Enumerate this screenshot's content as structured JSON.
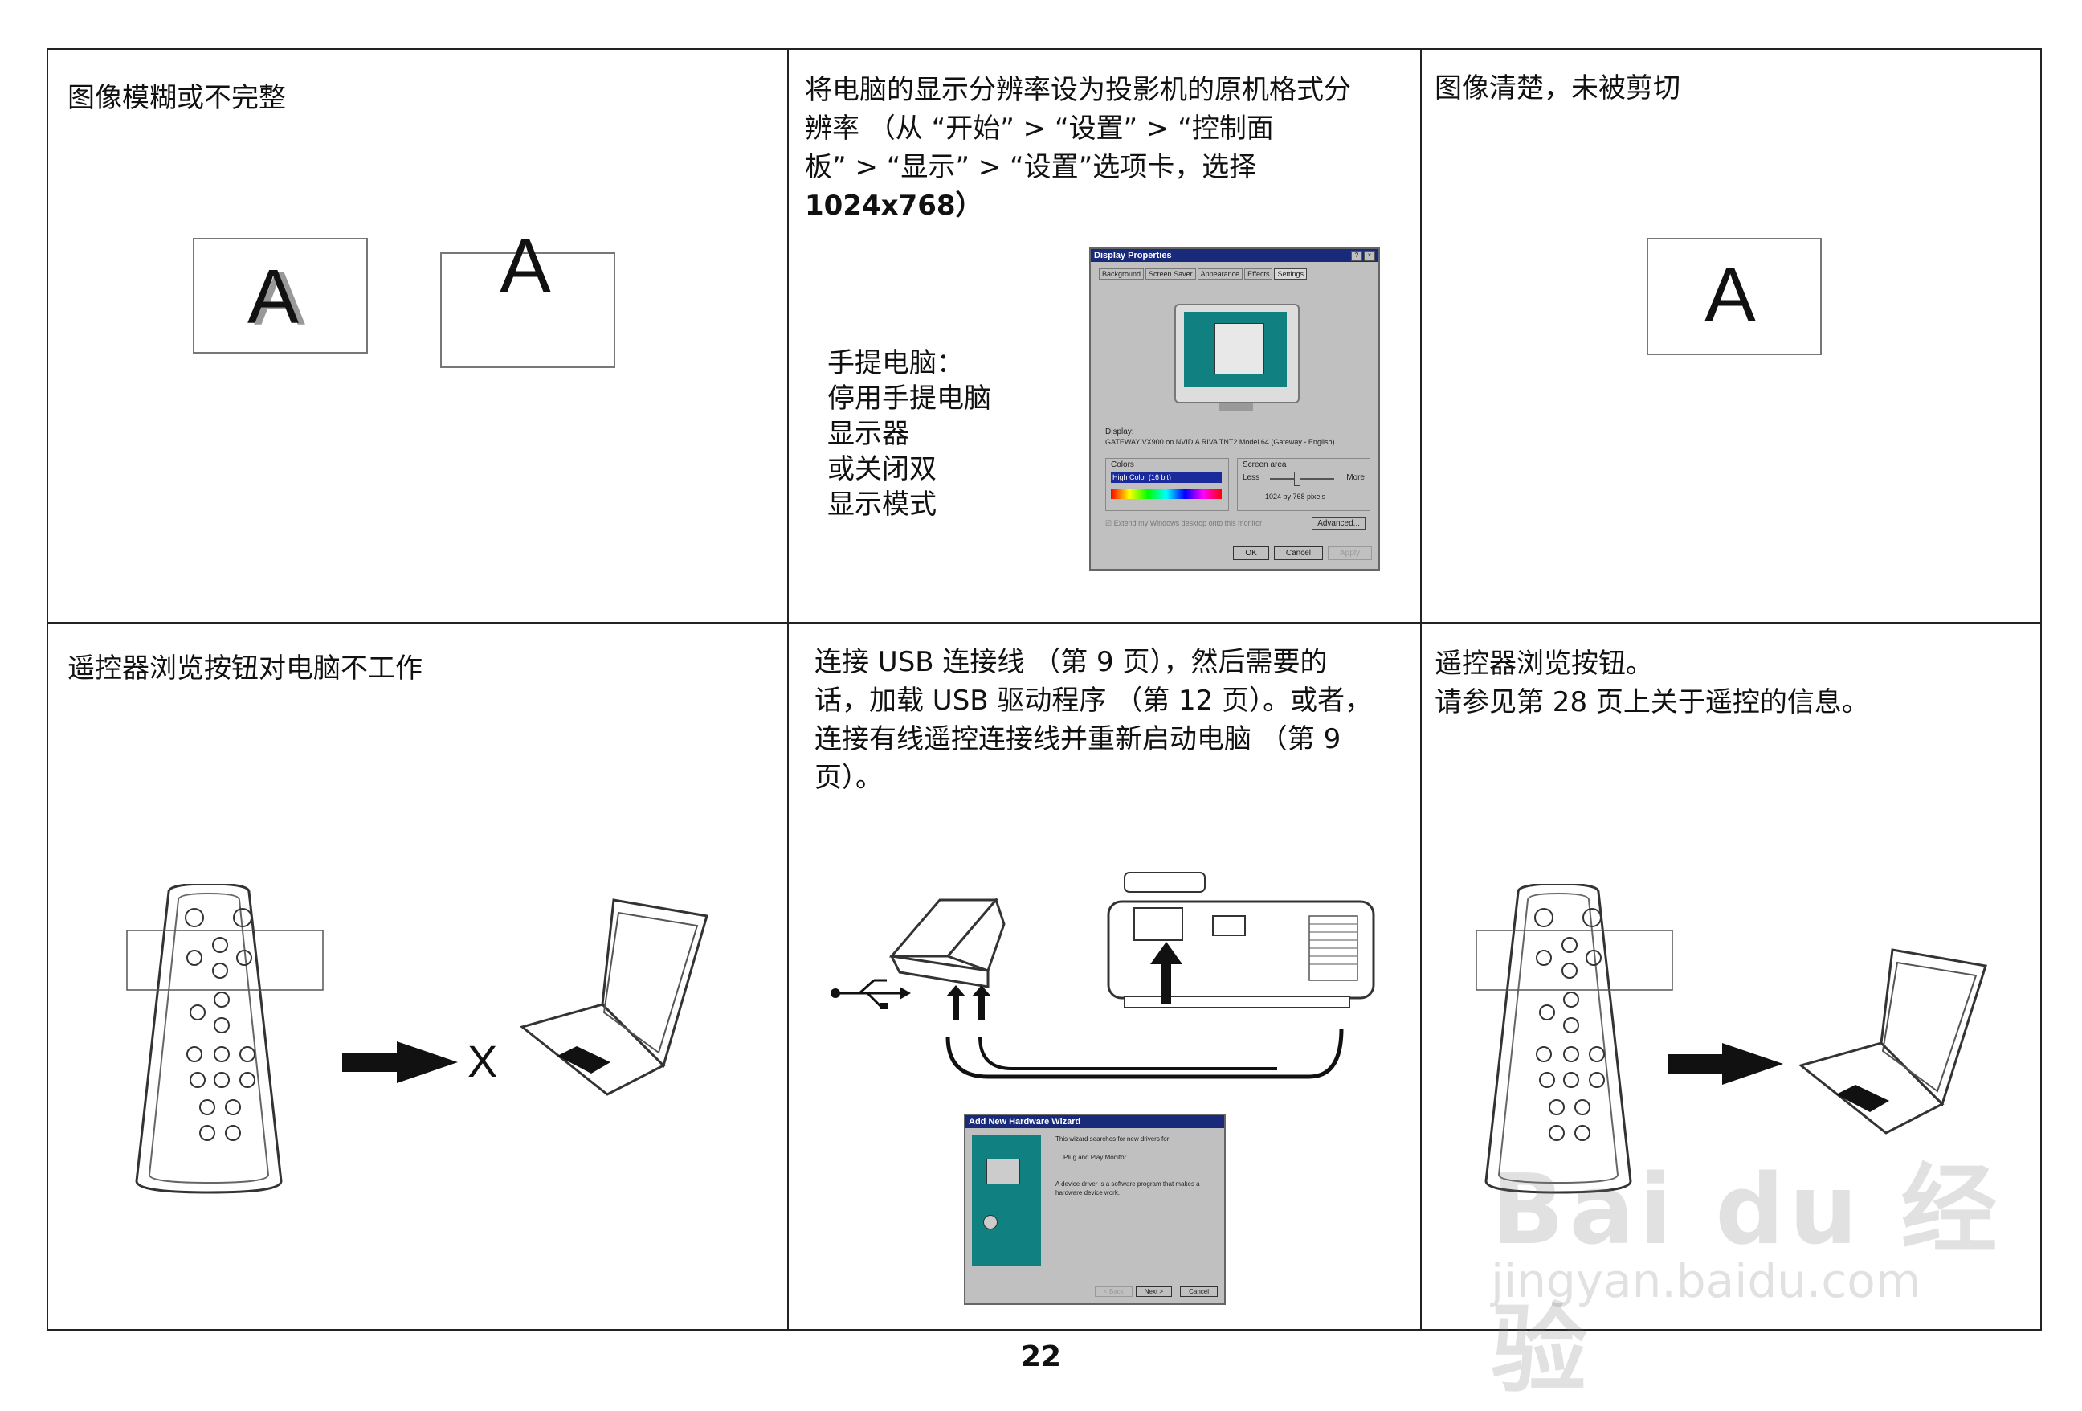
{
  "cells": {
    "r1c1": "图像模糊或不完整",
    "r1c2": [
      {
        "t": "将电脑的显示分辨率设为投影机的原机格式分"
      },
      {
        "t": "辨率 （从 “开始” > “设置” > “控制面"
      },
      {
        "t": "板” > “显示” > “设置”选项卡，选择"
      },
      {
        "t": "1024x768）"
      }
    ],
    "r1c2_laptop": [
      "手提电脑：",
      "停用手提电脑",
      "显示器",
      "或关闭双",
      "显示模式"
    ],
    "r1c3": "图像清楚，未被剪切",
    "r2c1": "遥控器浏览按钮对电脑不工作",
    "r2c2": [
      {
        "t": "连接 USB 连接线 （第 9 页），然后需要的"
      },
      {
        "t": "话，加载 USB 驱动程序 （第 12 页）。或者，"
      },
      {
        "t": "连接有线遥控连接线并重新启动电脑 （第 9"
      },
      {
        "t": "页）。"
      }
    ],
    "r2c3": [
      {
        "t": "遥控器浏览按钮。"
      },
      {
        "t": "请参见第 28 页上关于遥控的信息。"
      }
    ]
  },
  "letters": {
    "a": "A"
  },
  "x_mark": "X",
  "display_win": {
    "title": "Display Properties",
    "tabs": [
      "Background",
      "Screen Saver",
      "Appearance",
      "Effects",
      "Settings"
    ],
    "display_label": "Display:",
    "display_value": "GATEWAY VX900 on NVIDIA RIVA TNT2 Model 64 (Gateway - English)",
    "colors_label": "Colors",
    "colors_value": "High Color (16 bit)",
    "area_label": "Screen area",
    "less": "Less",
    "more": "More",
    "pixels": "1024 by 768 pixels",
    "extend": "Extend my Windows desktop onto this monitor",
    "advanced": "Advanced...",
    "ok": "OK",
    "cancel": "Cancel",
    "apply": "Apply"
  },
  "wizard": {
    "title": "Add New Hardware Wizard",
    "line1": "This wizard searches for new drivers for:",
    "line2": "Plug and Play Monitor",
    "line3": "A device driver is a software program that makes a hardware device work.",
    "back": "< Back",
    "next": "Next >",
    "cancel": "Cancel"
  },
  "page_number": "22",
  "watermark": {
    "logo": "Bai du 经验",
    "url": "jingyan.baidu.com"
  }
}
